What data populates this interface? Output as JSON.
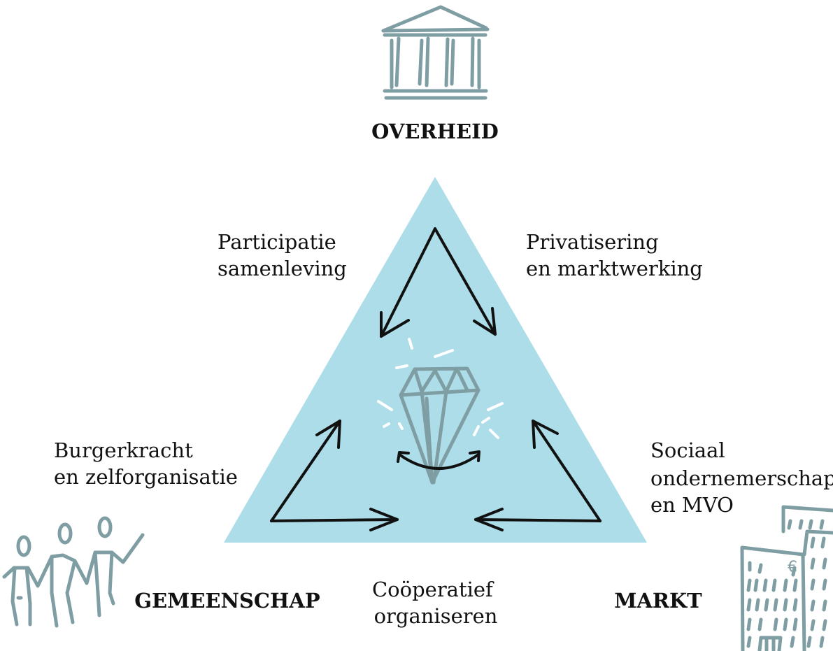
{
  "corners": {
    "top": "OVERHEID",
    "left": "GEMEENSCHAP",
    "right": "MARKT"
  },
  "edges": {
    "top_left": [
      "Participatie",
      "samenleving"
    ],
    "top_right": [
      "Privatisering",
      "en marktwerking"
    ],
    "mid_left": [
      "Burgerkracht",
      "en zelforganisatie"
    ],
    "mid_right": [
      "Sociaal",
      "ondernemerschap",
      "en MVO"
    ],
    "bottom": [
      "Coöperatief",
      "organiseren"
    ]
  },
  "icons": {
    "top": "government-building-icon",
    "left": "people-group-icon",
    "right": "office-buildings-icon",
    "center": "diamond-icon",
    "euro_sign": "€"
  },
  "colors": {
    "triangle": "#acdde9",
    "sketch": "#7f9ea3",
    "arrows": "#111111",
    "text": "#111111"
  }
}
